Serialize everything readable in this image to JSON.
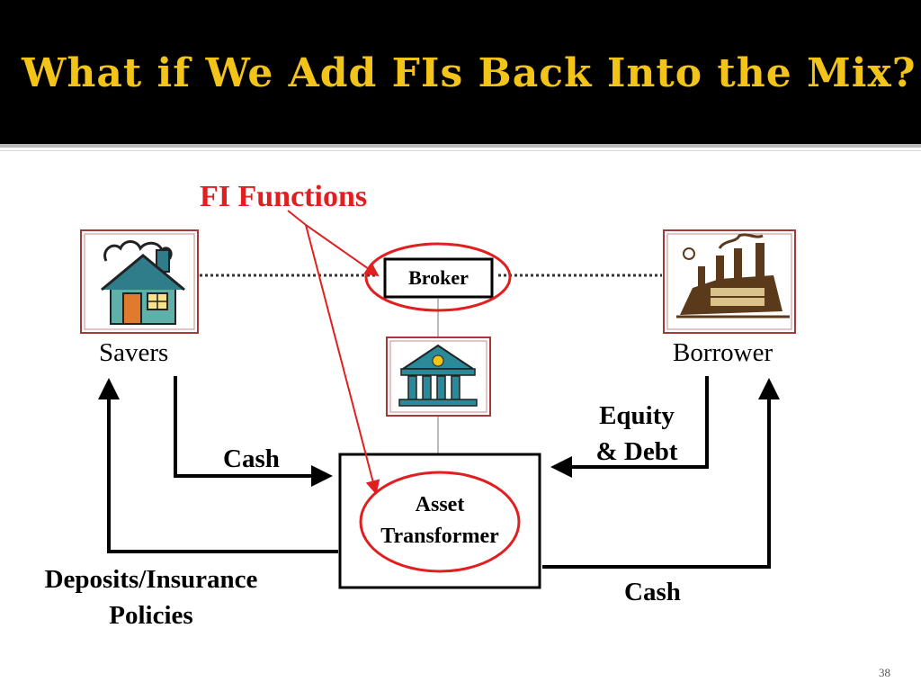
{
  "slide": {
    "title": "What if We Add FIs Back Into the Mix?",
    "number": "38"
  },
  "colors": {
    "title_bg": "#000000",
    "title_text": "#f2c318",
    "accent_red": "#e02020",
    "icon_frame": "#a33a3a",
    "house_wall": "#5fb0a8",
    "house_roof": "#2f7d8a",
    "bank_blue": "#2a8a9a",
    "factory_brown": "#5a3a1a"
  },
  "diagram": {
    "fi_functions_label": "FI Functions",
    "broker_label": "Broker",
    "savers_label": "Savers",
    "borrower_label": "Borrower",
    "asset_transformer_line1": "Asset",
    "asset_transformer_line2": "Transformer",
    "cash_in_label": "Cash",
    "equity_debt_line1": "Equity",
    "equity_debt_line2": "& Debt",
    "deposits_line1": "Deposits/Insurance",
    "deposits_line2": "Policies",
    "cash_out_label": "Cash",
    "icons": {
      "savers": "house-icon",
      "borrower": "factory-icon",
      "bank": "bank-icon"
    }
  }
}
